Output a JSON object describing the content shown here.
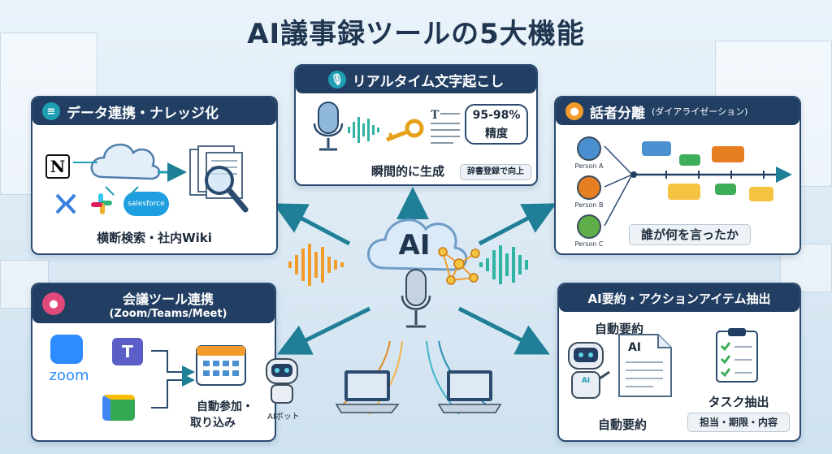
{
  "title": "AI議事録ツールの5大機能",
  "center": {
    "label": "AI"
  },
  "transcription": {
    "title": "リアルタイム文字起こし",
    "accuracy_value": "95-98%",
    "accuracy_label": "精度",
    "caption": "瞬間的に生成",
    "badge": "辞書登録で向上"
  },
  "data_link": {
    "title": "データ連携・ナレッジ化",
    "logos": [
      "N",
      "salesforce"
    ],
    "caption": "横断検索・社内Wiki"
  },
  "speaker": {
    "title": "話者分離",
    "subtitle": "(ダイアライゼーション)",
    "persons": [
      "Person A",
      "Person B",
      "Person C"
    ],
    "caption": "誰が何を言ったか"
  },
  "meeting": {
    "title": "会議ツール連携",
    "subtitle": "(Zoom/Teams/Meet)",
    "zoom": "zoom",
    "caption_line1": "自動参加・",
    "caption_line2": "取り込み",
    "bot_label": "AIボット"
  },
  "summary": {
    "title": "AI要約・アクションアイテム抽出",
    "top_label": "自動要約",
    "doc_label": "AI",
    "bot_badge": "AI",
    "bottom_label": "自動要約",
    "task_label": "タスク抽出",
    "task_badge": "担当・期限・内容"
  },
  "colors": {
    "navy": "#223f63",
    "accent": "#1e9fb3",
    "orange": "#f39c2b",
    "green": "#3fae5a",
    "yellow": "#f5c342"
  }
}
